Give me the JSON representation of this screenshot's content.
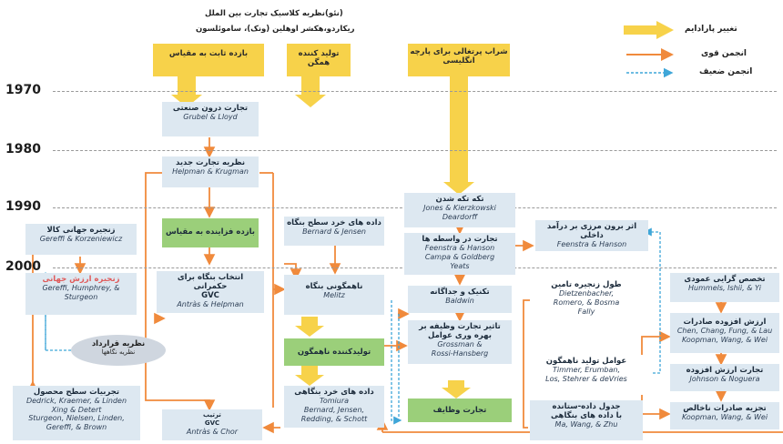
{
  "header": {
    "line1": "(نئو)نظریه کلاسیک تجارت بین الملل",
    "line2": "ریکاردو،هکشر اوهلین (ونک)، ساموئلسون"
  },
  "legend": {
    "paradigm": "تغییر پارادایم",
    "strong": "انجمن قوی",
    "weak": "انجمن ضعیف"
  },
  "years": [
    "1970",
    "1980",
    "1990",
    "2000"
  ],
  "paradigms": [
    "بازده ثابت به مقیاس",
    "تولید کننده همگن",
    "شراب پرتغالی برای پارچه انگلیسی"
  ],
  "boxes": {
    "intra": {
      "fa": "تجارت درون صنعتی",
      "en": "Grubel & Lloyd"
    },
    "newtrade": {
      "fa": "نظریه تجارت جدید",
      "en": "Helpman & Krugman"
    },
    "irs": {
      "fa": "بازده فزاینده به مقیاس"
    },
    "firmdata": {
      "fa": "داده های خرد سطح بنگاه",
      "en": "Bernard & Jensen"
    },
    "hetero": {
      "fa": "ناهمگونی بنگاه",
      "en": "Melitz"
    },
    "hetprod": {
      "fa": "تولیدکننده ناهمگون"
    },
    "microdata": {
      "fa": "داده های خرد بنگاهی",
      "en": "Tomiura\nBernard, Jensen,\nRedding, & Schott"
    },
    "frag": {
      "fa": "تکه تکه شدن",
      "en": "Jones & Kierzkowski\nDeardorff"
    },
    "interm": {
      "fa": "تجارت در واسطه ها",
      "en": "Feenstra & Hanson\nCampa & Goldberg\nYeats"
    },
    "tech": {
      "fa": "تکنیک و جداگانه",
      "en": "Baldwin"
    },
    "tasks_eff": {
      "fa": "تاثیر تجارت وظیفه بر بهره وری عوامل",
      "en": "Grossman &\nRossi-Hansberg"
    },
    "tasks": {
      "fa": "تجارت وظایف"
    },
    "domestic": {
      "fa": "اثر برون مرزی بر درآمد داخلی",
      "en": "Feenstra & Hanson"
    },
    "supply": {
      "fa": "طول زنجیره تامین",
      "en": "Dietzenbacher,\nRomero, & Bosma\nFally"
    },
    "hetfactors": {
      "fa": "عوامل تولید ناهمگون",
      "en": "Timmer, Erumban,\nLos, Stehrer & deVries"
    },
    "iotable": {
      "fa": "جدول داده-ستانده\nبا داده های بنگاهی",
      "en": "Ma, Wang, & Zhu"
    },
    "vertical": {
      "fa": "تخصص گرایی عمودی",
      "en": "Hummels, Ishii, & Yi"
    },
    "vaexport": {
      "fa": "ارزش افزوده صادرات",
      "en": "Chen, Chang, Fung, & Lau\nKoopman, Wang, & Wei"
    },
    "vatrade": {
      "fa": "تجارت ارزش افزوده",
      "en": "Johnson & Noguera"
    },
    "gross": {
      "fa": "تجزیه صادرات ناخالص",
      "en": "Koopman, Wang, & Wei"
    },
    "gcc": {
      "fa": "زنجیره جهانی کالا",
      "en": "Gereffi & Korzeniewicz"
    },
    "gvc": {
      "fa": "زنجیره ارزش جهانی",
      "en": "Gereffi, Humphrey, &\nSturgeon"
    },
    "boundary": {
      "fa": "انتخاب بنگاه برای حکمرانی\nGVC",
      "en": "Antràs & Helpman"
    },
    "product": {
      "fa": "تجربیات سطح محصول",
      "en": "Dedrick, Kraemer, & Linden\nXing & Detert\nSturgeon, Nielsen, Linden,\nGereffi, & Brown"
    },
    "gvc2": {
      "fa": "ترتیب\nGVC",
      "en": "Antràs & Chor"
    }
  },
  "contract": {
    "title": "نظریه قرارداد",
    "sub": "نظریه نگاهها"
  }
}
